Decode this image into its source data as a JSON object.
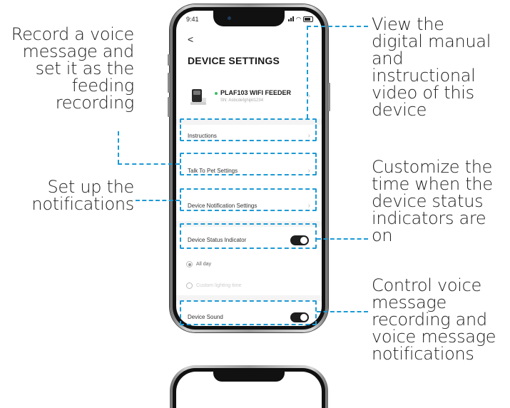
{
  "callouts": {
    "record": "Record a voice\nmessage and\nset it as the\nfeeding\nrecording",
    "notifications": "Set up the\nnotifications",
    "manual": "View the\ndigital manual\nand\ninstructional\nvideo of this\ndevice",
    "indicators": "Customize the\ntime when the\ndevice status\nindicators are\non",
    "sound": "Control voice\nmessage\nrecording and\nvoice message\nnotifications"
  },
  "status_bar": {
    "time": "9:41"
  },
  "screen": {
    "back": "<",
    "title": "DEVICE SETTINGS",
    "device": {
      "name": "PLAF103 WIFI FEEDER",
      "sn": "SN: Asbcdefghijkl1234",
      "status_color": "#3dbb6a"
    },
    "rows": {
      "instructions": "Instructions",
      "talk_to_pet": "Talk To Pet Settings",
      "notification": "Device Notification Settings",
      "status_indicator": "Device Status Indicator",
      "all_day": "All day",
      "custom_time": "Custom lighting time",
      "device_sound": "Device Sound"
    },
    "chevron": "›"
  },
  "colors": {
    "highlight": "#1c9ad6",
    "toggle_on": "#1e1e1e"
  }
}
